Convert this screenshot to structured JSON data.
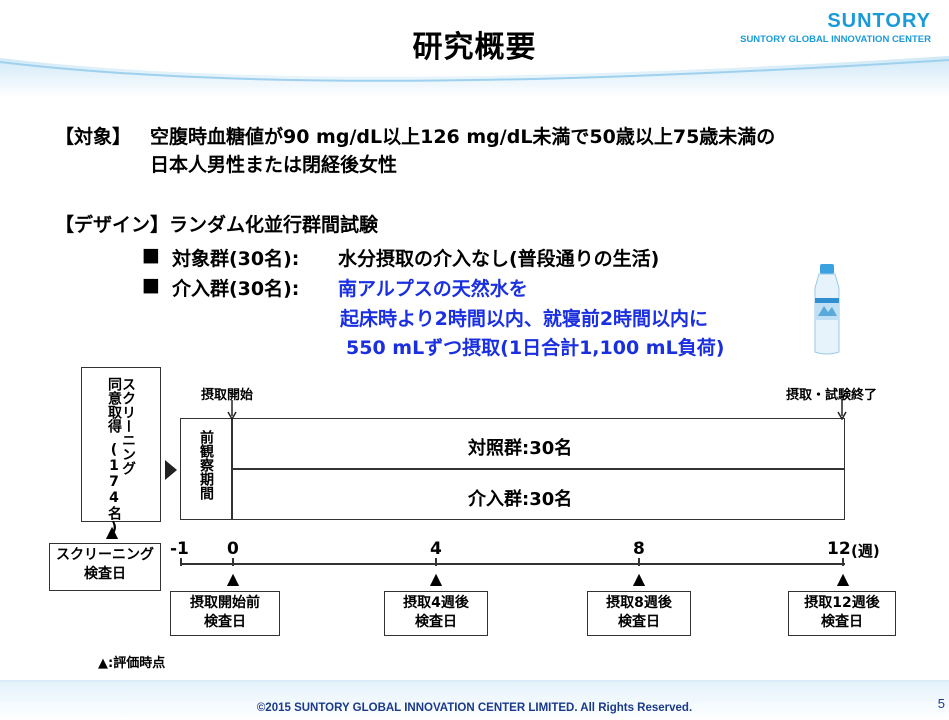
{
  "header": {
    "title": "研究概要",
    "logo_main": "SUNTORY",
    "logo_sub": "SUNTORY GLOBAL INNOVATION CENTER"
  },
  "target": {
    "label": "【対象】",
    "line1": "空腹時血糖値が90 mg/dL以上126 mg/dL未満で50歳以上75歳未満の",
    "line2": "日本人男性または閉経後女性"
  },
  "design": {
    "label": "【デザイン】ランダム化並行群間試験",
    "bullet": "■",
    "control_label": "対象群(30名):",
    "control_text": "水分摂取の介入なし(普段通りの生活)",
    "intervention_label": "介入群(30名):",
    "intervention_line1": "南アルプスの天然水を",
    "intervention_line2": "起床時より2時間以内、就寝前2時間以内に",
    "intervention_line3": "550 mLずつ摂取(1日合計1,100 mL負荷)"
  },
  "timeline": {
    "screening_consent": "同意取得",
    "screening_label": "スクリーニング",
    "screening_count": "(174名)",
    "pre_observation": "前観察期間",
    "intake_start": "摂取開始",
    "intake_end": "摂取・試験終了",
    "control_group": "対照群:30名",
    "intervention_group": "介入群:30名",
    "ticks": [
      "-1",
      "0",
      "4",
      "8",
      "12"
    ],
    "unit": "(週)",
    "screening_day": [
      "スクリーニング",
      "検査日"
    ],
    "checkpoints": [
      [
        "摂取開始前",
        "検査日"
      ],
      [
        "摂取4週後",
        "検査日"
      ],
      [
        "摂取8週後",
        "検査日"
      ],
      [
        "摂取12週後",
        "検査日"
      ]
    ],
    "legend": "▲:評価時点",
    "marker": "▲"
  },
  "footer": {
    "copyright": "©2015 SUNTORY GLOBAL INNOVATION CENTER LIMITED. All Rights Reserved.",
    "page": "5"
  },
  "colors": {
    "accent_blue": "#1a9bd8",
    "highlight_text": "#1a2fe0",
    "footer_text": "#1a3a8a"
  }
}
